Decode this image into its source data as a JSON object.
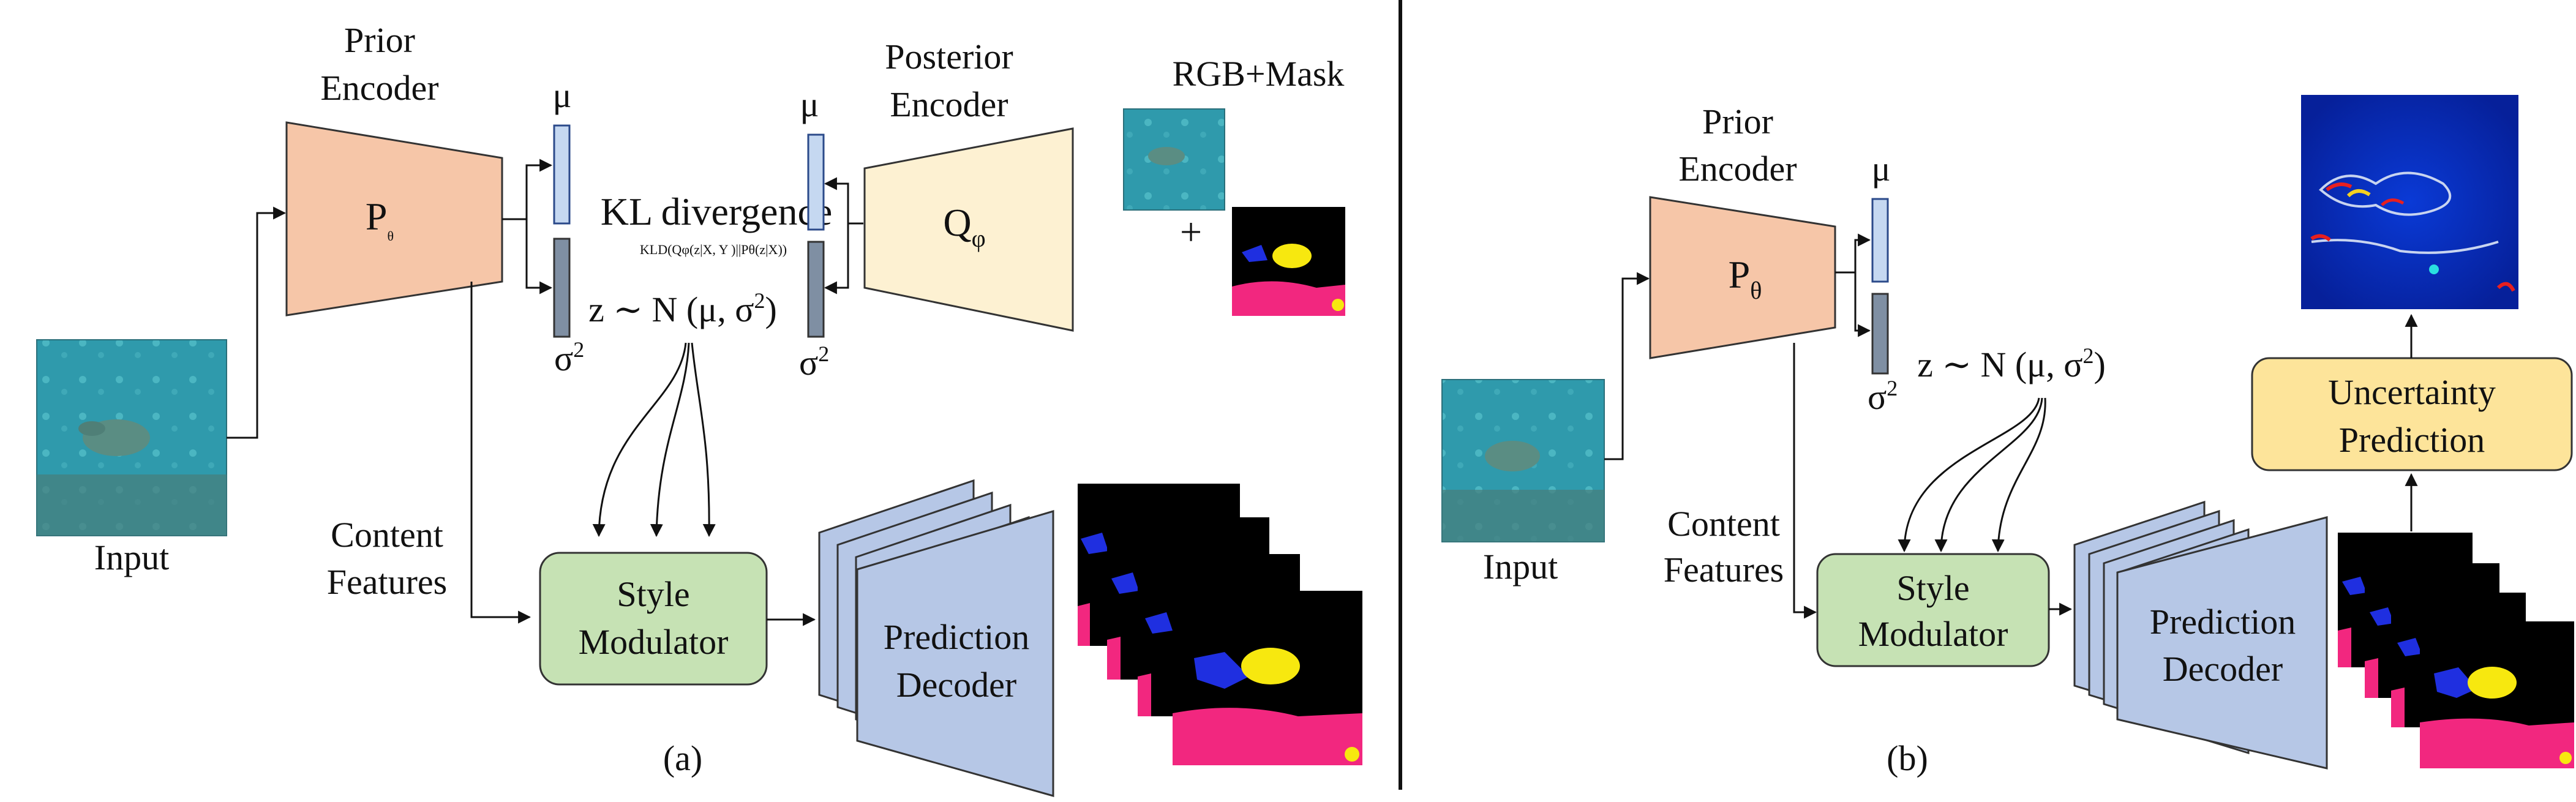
{
  "colors": {
    "encoder_prior": "#f6c6a8",
    "encoder_posterior": "#fdf1d2",
    "latent_mu": "#c5d8f1",
    "latent_sigma": "#7f8fa3",
    "style_modulator": "#c6e2b4",
    "decoder": "#b6c7e6",
    "uncertainty": "#fde49a",
    "mask_black": "#000000",
    "mask_pink": "#f2277f",
    "mask_blue": "#1f2fe0",
    "mask_yellow": "#f7e80f",
    "underwater": "#3aa6b5"
  },
  "panel_a": {
    "input_label": "Input",
    "prior_encoder_title_1": "Prior",
    "prior_encoder_title_2": "Encoder",
    "prior_symbol": "P",
    "prior_symbol_sub": "θ",
    "mu_prior": "μ",
    "sigma_prior": "σ",
    "sigma_prior_sup": "2",
    "kl_title": "KL divergence",
    "kl_formula": "KLD(Qφ(z|X, Y )||Pθ(z|X))",
    "z_dist": "z ∼ N (μ, σ",
    "z_dist_sup": "2",
    "z_dist_close": ")",
    "mu_post": "μ",
    "sigma_post": "σ",
    "sigma_post_sup": "2",
    "posterior_title_1": "Posterior",
    "posterior_title_2": "Encoder",
    "posterior_symbol": "Q",
    "posterior_symbol_sub": "φ",
    "rgb_mask_label": "RGB+Mask",
    "plus": "+",
    "content_features_1": "Content",
    "content_features_2": "Features",
    "style_modulator_1": "Style",
    "style_modulator_2": "Modulator",
    "decoder_1": "Prediction",
    "decoder_2": "Decoder",
    "caption": "(a)"
  },
  "panel_b": {
    "input_label": "Input",
    "prior_encoder_title_1": "Prior",
    "prior_encoder_title_2": "Encoder",
    "prior_symbol": "P",
    "prior_symbol_sub": "θ",
    "mu": "μ",
    "sigma": "σ",
    "sigma_sup": "2",
    "z_dist": "z ∼ N (μ, σ",
    "z_dist_sup": "2",
    "z_dist_close": ")",
    "content_features_1": "Content",
    "content_features_2": "Features",
    "style_modulator_1": "Style",
    "style_modulator_2": "Modulator",
    "decoder_1": "Prediction",
    "decoder_2": "Decoder",
    "uncertainty_1": "Uncertainty",
    "uncertainty_2": "Prediction",
    "caption": "(b)"
  }
}
